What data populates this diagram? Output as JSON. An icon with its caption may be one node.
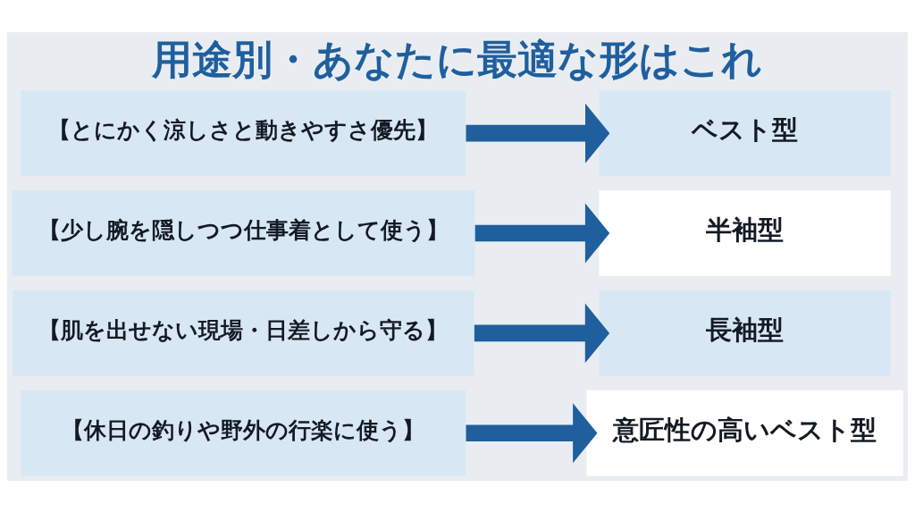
{
  "diagram": {
    "title": "用途別・あなたに最適な形はこれ",
    "nodes": [
      {
        "text": [
          "【とにかく涼しさと動きやすさ優先】"
        ]
      },
      {
        "text": [
          "ベスト型"
        ]
      },
      {
        "text": [
          "【少し腕を隠しつつ仕事着として使う】"
        ]
      },
      {
        "text": [
          "半袖型"
        ]
      },
      {
        "text": [
          "【肌を出せない現場・日差しから守る】"
        ]
      },
      {
        "text": [
          "長袖型"
        ]
      },
      {
        "text": [
          "【休日の釣りや野外の行楽に使う】"
        ]
      },
      {
        "text": [
          "意匠性の高いベスト型"
        ]
      }
    ],
    "edges": [
      {
        "from": 0,
        "to": 1,
        "arrow": "to"
      },
      {
        "from": 2,
        "to": 3,
        "arrow": "to"
      },
      {
        "from": 4,
        "to": 5,
        "arrow": "to"
      },
      {
        "from": 6,
        "to": 7,
        "arrow": "to"
      }
    ]
  }
}
